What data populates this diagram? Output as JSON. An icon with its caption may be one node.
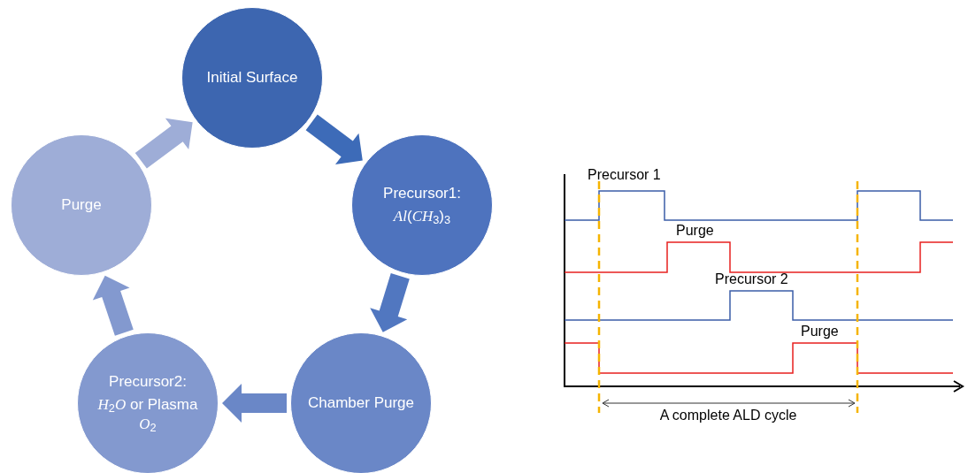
{
  "diagram": {
    "nodes": [
      {
        "text": [
          "Initial Surface"
        ]
      },
      {
        "text": [
          "Precursor1:",
          "*Al*(*CH*$_{3}$)$_{3}$"
        ]
      },
      {
        "text": [
          "Chamber Purge"
        ]
      },
      {
        "text": [
          "Precursor2:",
          "*H*$_{2}$*O* or Plasma *O*$_{2}$"
        ]
      },
      {
        "text": [
          "Purge"
        ]
      }
    ],
    "edges": [
      {
        "from": 0,
        "to": 1,
        "arrow": "to",
        "color": "#3d6bb8"
      },
      {
        "from": 1,
        "to": 2,
        "arrow": "to",
        "color": "#5177c0"
      },
      {
        "from": 2,
        "to": 3,
        "arrow": "to",
        "color": "#6a87c7"
      },
      {
        "from": 3,
        "to": 4,
        "arrow": "to",
        "color": "#8399cf"
      },
      {
        "from": 4,
        "to": 0,
        "arrow": "to",
        "color": "#9eadd7"
      }
    ],
    "labels": [
      "Precursor 1",
      "Purge",
      "Precursor 2",
      "Purge",
      "A complete ALD cycle"
    ]
  }
}
